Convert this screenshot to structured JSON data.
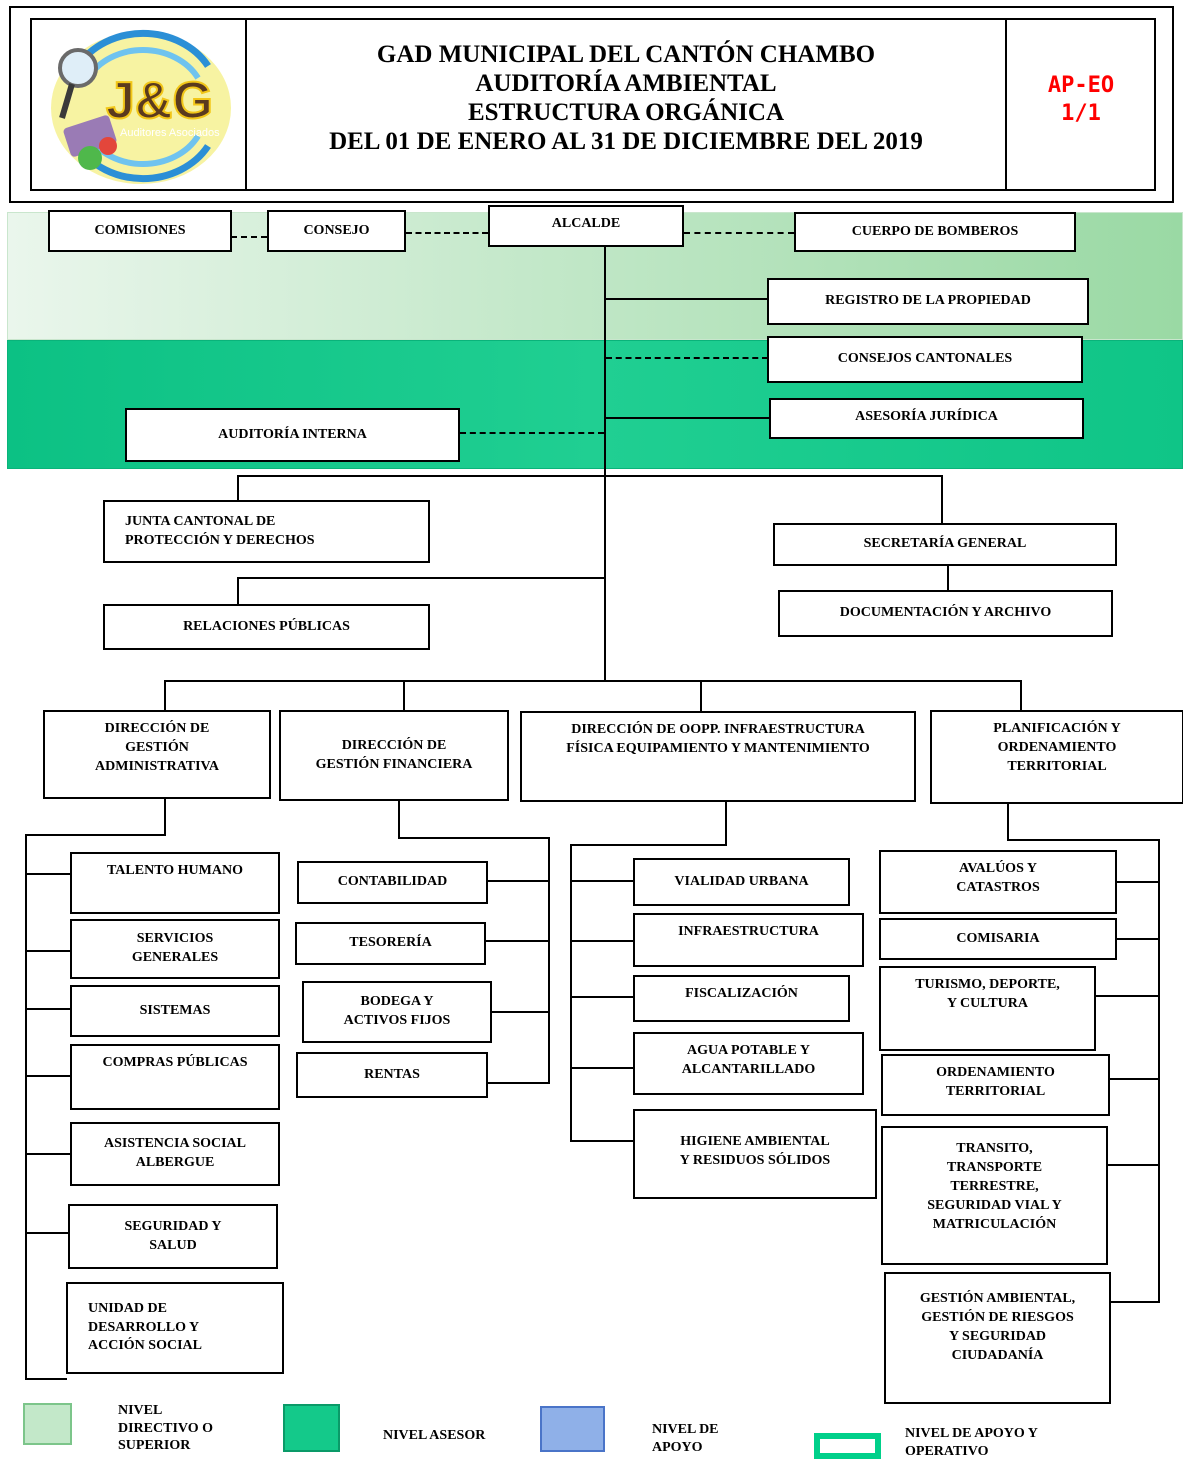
{
  "header": {
    "logo_text": "J&G",
    "logo_subtext": "Auditores Asociados",
    "title_lines": [
      "GAD MUNICIPAL DEL CANTÓN CHAMBO",
      "AUDITORÍA AMBIENTAL",
      "ESTRUCTURA ORGÁNICA",
      "DEL 01 DE ENERO AL 31 DE DICIEMBRE DEL 2019"
    ],
    "code": "AP-EO",
    "page": "1/1",
    "code_color": "#ff0000"
  },
  "colors": {
    "directivo": "#a8dcb0",
    "asesor": "#14c98a",
    "apoyo": "#8fb0e8",
    "operativo_border": "#00d08a"
  },
  "top_level": {
    "comisiones": "COMISIONES",
    "consejo": "CONSEJO",
    "alcalde": "ALCALDE",
    "bomberos": "CUERPO DE BOMBEROS",
    "registro": "REGISTRO DE LA PROPIEDAD",
    "consejos_cantonales": "CONSEJOS CANTONALES",
    "asesoria_juridica": "ASESORÍA JURÍDICA",
    "auditoria_interna": "AUDITORÍA INTERNA"
  },
  "middle": {
    "junta": "JUNTA CANTONAL DE\nPROTECCIÓN Y DERECHOS",
    "secretaria": "SECRETARÍA GENERAL",
    "relaciones": "RELACIONES PÚBLICAS",
    "documentacion": "DOCUMENTACIÓN Y ARCHIVO"
  },
  "directions": {
    "administrativa": "DIRECCIÓN DE\nGESTIÓN\nADMINISTRATIVA",
    "financiera": "DIRECCIÓN DE\nGESTIÓN FINANCIERA",
    "oopp": "DIRECCIÓN DE OOPP. INFRAESTRUCTURA\nFÍSICA EQUIPAMIENTO Y MANTENIMIENTO",
    "planificacion": "PLANIFICACIÓN Y\nORDENAMIENTO\nTERRITORIAL"
  },
  "admin_units": [
    "TALENTO HUMANO",
    "SERVICIOS\nGENERALES",
    "SISTEMAS",
    "COMPRAS PÚBLICAS",
    "ASISTENCIA SOCIAL\nALBERGUE",
    "SEGURIDAD Y\nSALUD",
    "UNIDAD DE\nDESARROLLO Y\nACCIÓN SOCIAL"
  ],
  "finance_units": [
    "CONTABILIDAD",
    "TESORERÍA",
    "BODEGA Y\nACTIVOS FIJOS",
    "RENTAS"
  ],
  "oopp_units": [
    "VIALIDAD URBANA",
    "INFRAESTRUCTURA",
    "FISCALIZACIÓN",
    "AGUA POTABLE Y\nALCANTARILLADO",
    "HIGIENE AMBIENTAL\nY RESIDUOS SÓLIDOS"
  ],
  "plan_units": [
    "AVALÚOS Y\nCATASTROS",
    "COMISARIA",
    "TURISMO, DEPORTE,\nY CULTURA",
    "ORDENAMIENTO\nTERRITORIAL",
    "TRANSITO,\nTRANSPORTE\nTERRESTRE,\nSEGURIDAD VIAL Y\nMATRICULACIÓN",
    "GESTIÓN AMBIENTAL,\nGESTIÓN DE RIESGOS\nY SEGURIDAD\nCIUDADANÍA"
  ],
  "legend": {
    "directivo": "NIVEL\nDIRECTIVO O\nSUPERIOR",
    "asesor": "NIVEL ASESOR",
    "apoyo": "NIVEL DE\nAPOYO",
    "operativo": "NIVEL DE APOYO Y\nOPERATIVO"
  }
}
